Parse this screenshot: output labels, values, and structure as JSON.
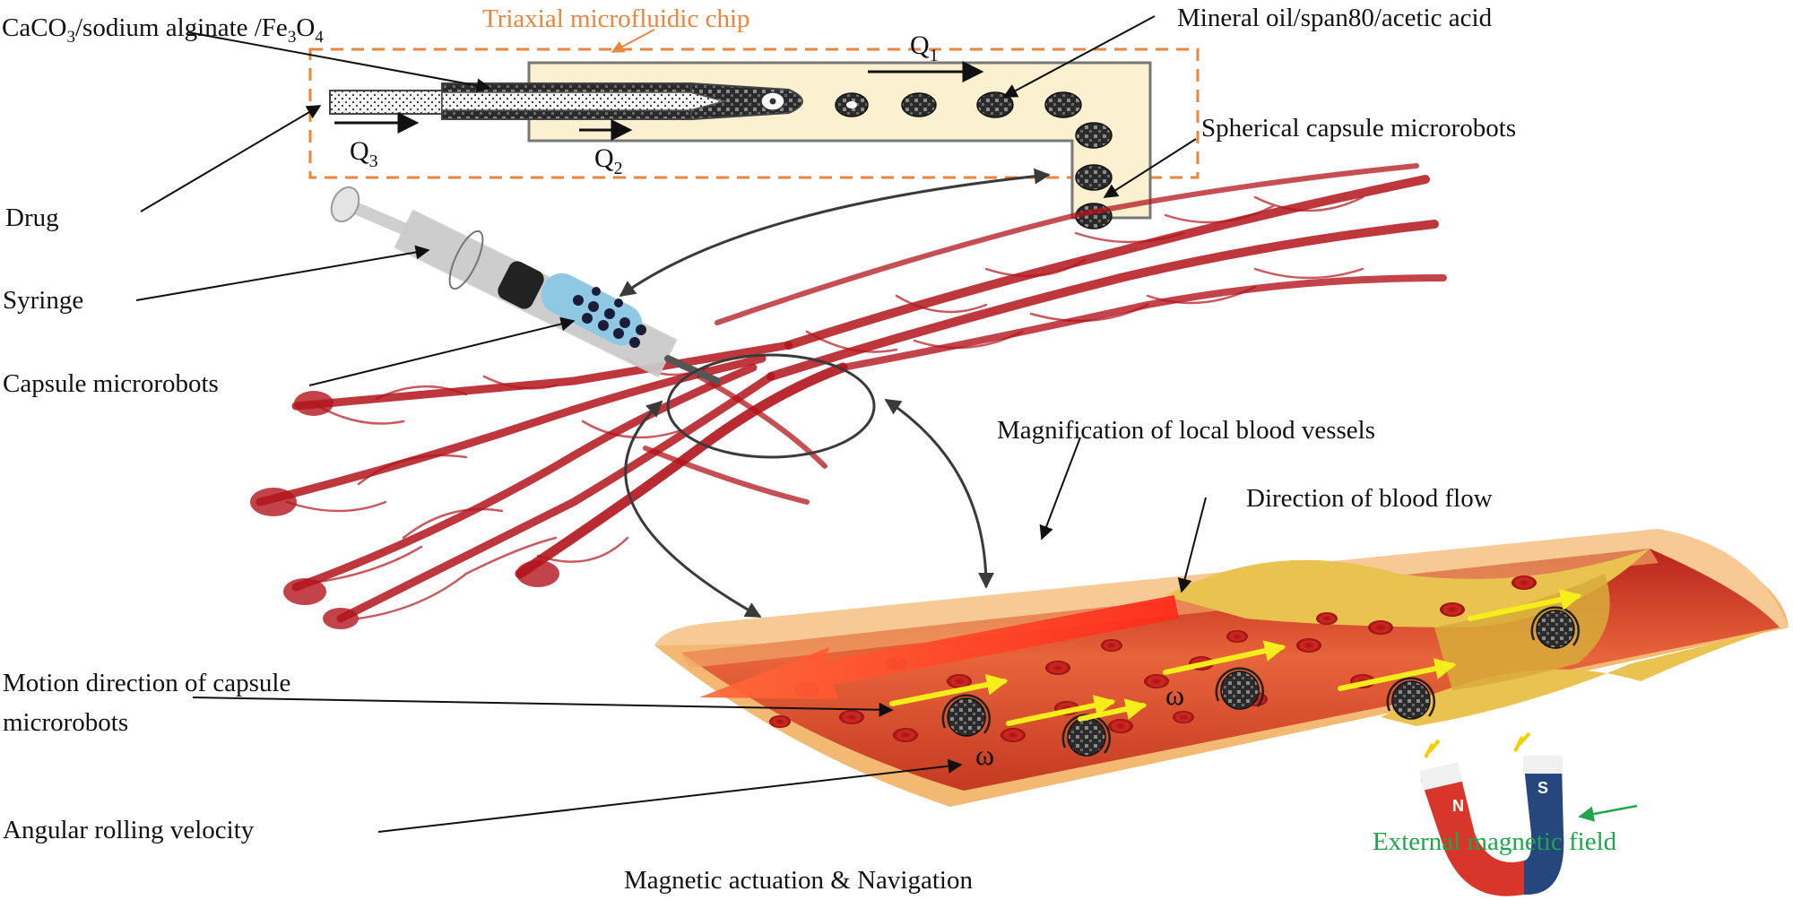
{
  "labels": {
    "chip_title": "Triaxial microfluidic chip",
    "caco3_main": "CaCO",
    "caco3_sub1": "3",
    "caco3_mid": "/sodium alginate /Fe",
    "caco3_sub2": "3",
    "caco3_o": "O",
    "caco3_sub3": "4",
    "mineral_oil": "Mineral oil/span80/acetic acid",
    "spherical": "Spherical capsule microrobots",
    "q1": "Q",
    "q1_sub": "1",
    "q2": "Q",
    "q2_sub": "2",
    "q3": "Q",
    "q3_sub": "3",
    "drug": "Drug",
    "syringe": "Syringe",
    "capsule": "Capsule microrobots",
    "magnification": "Magnification of local blood vessels",
    "blood_flow": "Direction of blood flow",
    "motion_line1": "Motion direction of capsule",
    "motion_line2": "microrobots",
    "angular": "Angular rolling velocity",
    "magnetic_actuation": "Magnetic actuation & Navigation",
    "external_field": "External magnetic field",
    "omega": "ω",
    "magnet_n": "N",
    "magnet_s": "S"
  },
  "colors": {
    "chip_border": "#e9853c",
    "chip_fill": "#fbf0cf",
    "vessel_red": "#b3141b",
    "vessel_wall": "#f3b973",
    "lumen": "#e5623a",
    "plaque": "#e9c250",
    "yellow_arrow": "#f5ee1a",
    "red_arrow": "#ff2a1a",
    "green": "#1fa64a",
    "magnet_red": "#d9362b",
    "magnet_blue": "#25477e"
  }
}
